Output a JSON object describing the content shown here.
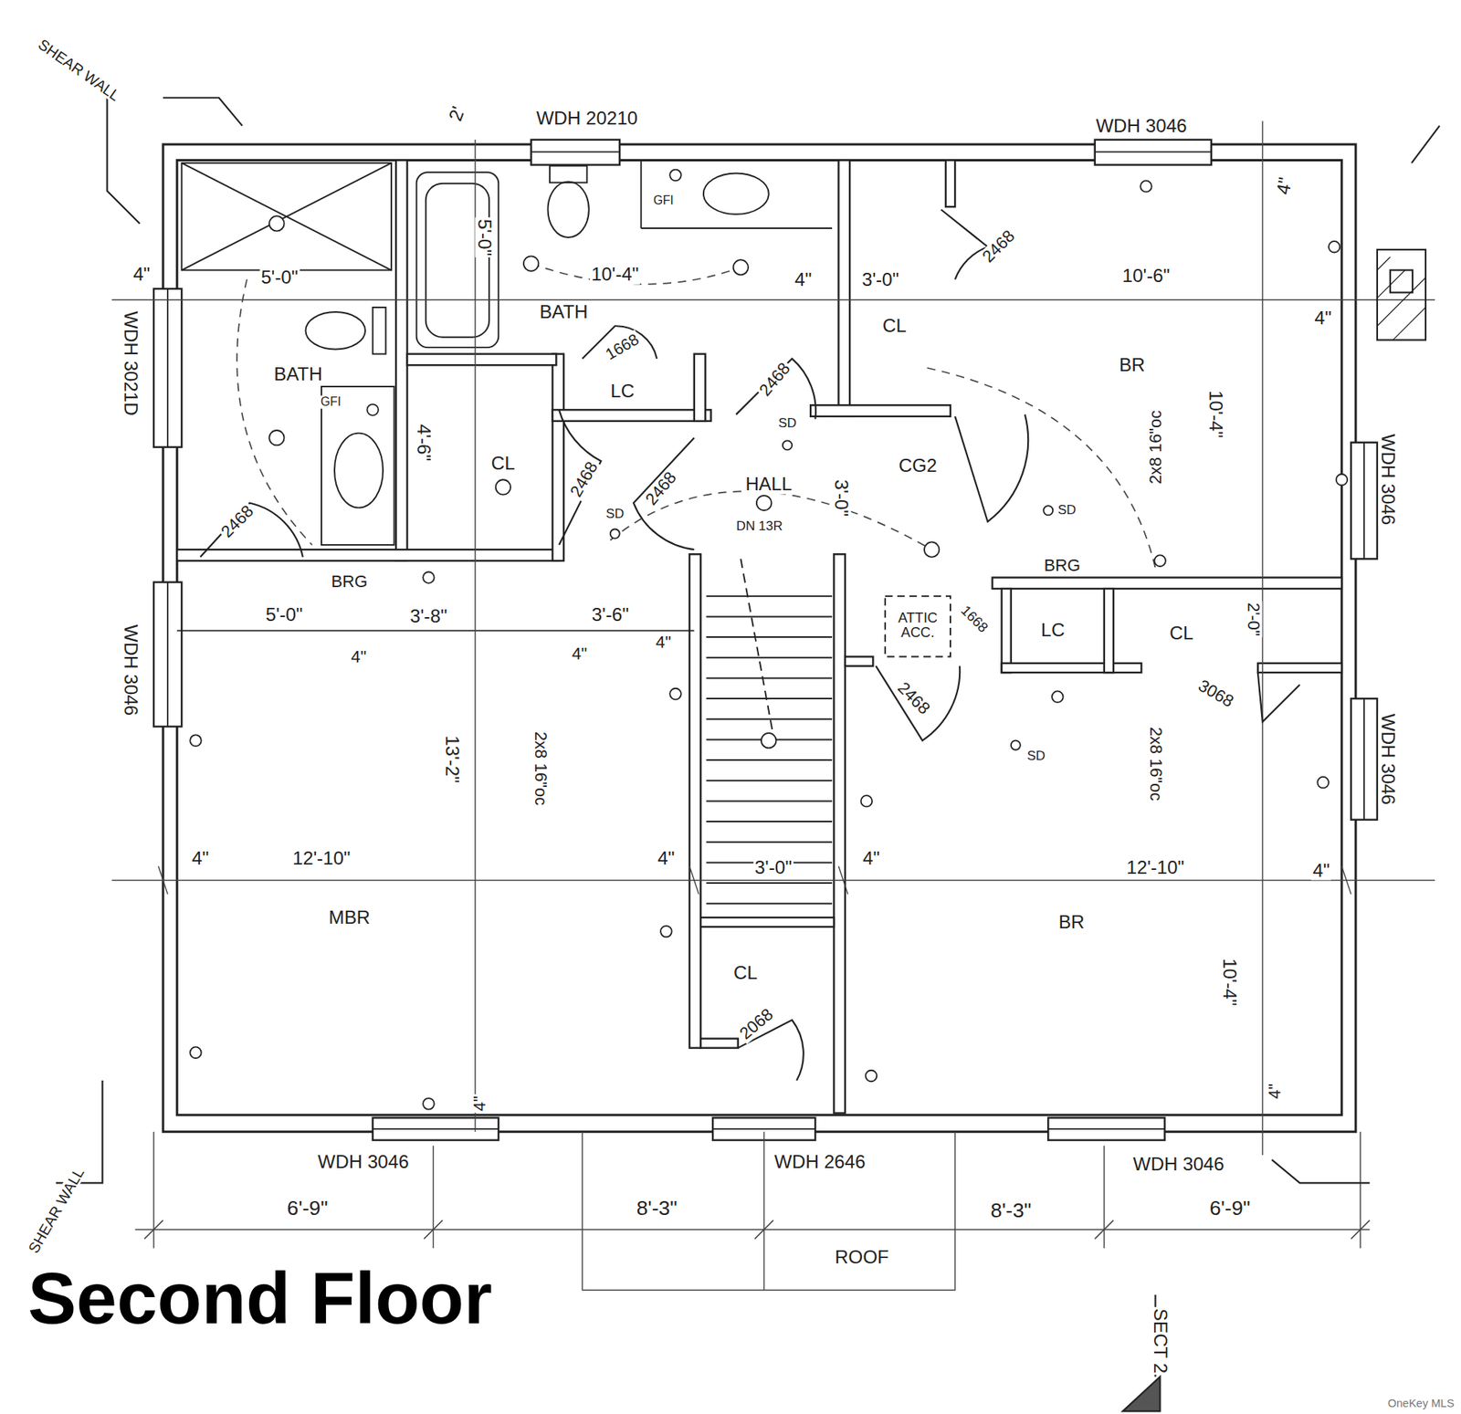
{
  "diagram": {
    "title": "Second Floor",
    "labels": [
      "SHEAR WALL",
      "2'",
      "WDH 20210",
      "WDH 3046",
      "4\"",
      "4\"",
      "5'-0\"",
      "5'-0\"",
      "10'-4\"",
      "4\"",
      "3'-0\"",
      "2468",
      "10'-6\"",
      "4\"",
      "WDH 3021D",
      "BATH",
      "CL",
      "BR",
      "BATH",
      "1668",
      "LC",
      "2468",
      "4'-6\"",
      "CL",
      "2468",
      "2468",
      "HALL",
      "3'-0\"",
      "CG2",
      "BRG",
      "BRG",
      "SD",
      "SD",
      "SD",
      "2x8 16\"oc",
      "10'-4\"",
      "2468",
      "5'-0\"",
      "3'-8\"",
      "3'-6\"",
      "4\"",
      "4\"",
      "4\"",
      "ATTIC ACC.",
      "1668",
      "LC",
      "CL",
      "2'-0\"",
      "3068",
      "2468",
      "SD",
      "WDH 3046",
      "13'-2\"",
      "2x8 16\"oc",
      "2x8 16\"oc",
      "WDH 3046",
      "WDH 3046",
      "4\"",
      "12'-10\"",
      "4\"",
      "3'-0\"",
      "4\"",
      "12'-10\"",
      "4\"",
      "MBR",
      "BR",
      "CL",
      "2068",
      "10'-4\"",
      "4\"",
      "4\"",
      "WDH 3046",
      "WDH 2646",
      "WDH 3046",
      "6'-9\"",
      "8'-3\"",
      "8'-3\"",
      "6'-9\"",
      "ROOF",
      "SHEAR WALL",
      "SECT 2",
      "GFI",
      "GFI",
      "DN 13R",
      "OneKey MLS"
    ]
  }
}
